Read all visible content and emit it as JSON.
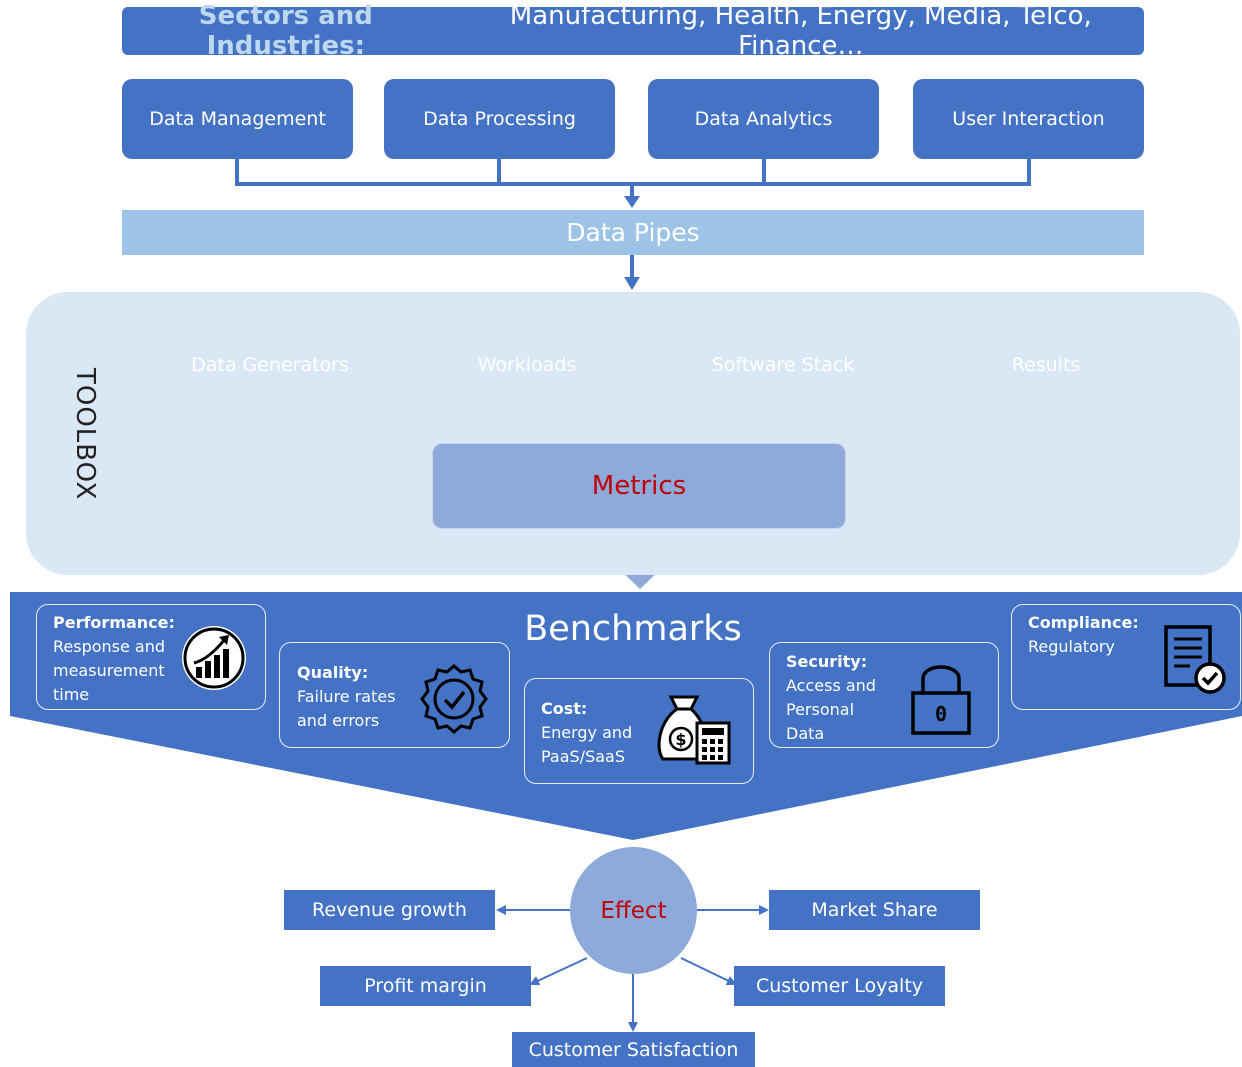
{
  "banner": {
    "prefix": "Sectors and Industries:",
    "text": "Manufacturing, Health, Energy, Media, Telco, Finance…"
  },
  "categories": [
    "Data Management",
    "Data Processing",
    "Data Analytics",
    "User Interaction"
  ],
  "pipes": "Data Pipes",
  "toolbox": {
    "label": "TOOLBOX",
    "stages": [
      "Data Generators",
      "Workloads",
      "Software Stack",
      "Results"
    ],
    "metrics": "Metrics"
  },
  "benchmarks": {
    "title": "Benchmarks",
    "cards": [
      {
        "title": "Performance:",
        "text": "Response and\nmeasurement\ntime",
        "icon": "growth-chart-icon"
      },
      {
        "title": "Quality:",
        "text": "Failure rates\nand errors",
        "icon": "quality-badge-icon"
      },
      {
        "title": "Cost:",
        "text": "Energy and\nPaaS/SaaS",
        "icon": "money-bag-calculator-icon"
      },
      {
        "title": "Security:",
        "text": "Access and\nPersonal\nData",
        "icon": "padlock-icon"
      },
      {
        "title": "Compliance:",
        "text": "Regulatory",
        "icon": "compliance-document-icon"
      }
    ]
  },
  "effect": {
    "label": "Effect",
    "outcomes": [
      "Revenue growth",
      "Market Share",
      "Profit margin",
      "Customer Loyalty",
      "Customer Satisfaction"
    ]
  },
  "colors": {
    "primary": "#4472c4",
    "light": "#9dc3e6",
    "toolbox_bg": "#dae7f4",
    "metrics_bg": "#8eaadb",
    "accent_text": "#c00000"
  }
}
